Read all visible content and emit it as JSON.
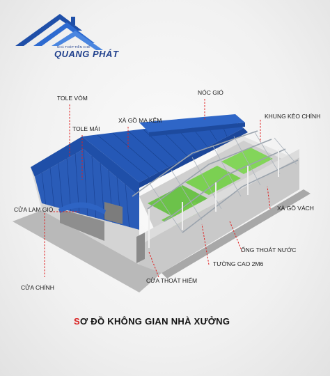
{
  "logo": {
    "tagline": "NHÀ THÉP TIỀN CHẾ",
    "brand": "QUANG PHÁT"
  },
  "labels": {
    "tole_vom": "TOLE VÒM",
    "noc_gio": "NÓC GIÓ",
    "xa_go_ma_kem": "XÀ GỒ MA KẼM",
    "khung_keo_chinh": "KHUNG KÈO CHÍNH",
    "tole_mai": "TOLE MÁI",
    "cua_lam_gio": "CỬA LAM GIÓ",
    "xa_go_vach": "XÀ GỒ VÁCH",
    "ong_thoat_nuoc": "ỐNG THOÁT NƯỚC",
    "tuong_cao": "TƯỜNG CAO 2M6",
    "cua_chinh": "CỬA CHÍNH",
    "cua_thoat_hiem": "CỬA THOÁT HIỂM"
  },
  "title": {
    "first_letter": "S",
    "rest": "Ơ ĐỒ KHÔNG GIAN NHÀ XƯỞNG"
  },
  "colors": {
    "brand_blue": "#1f4fa8",
    "leader_red": "#e02020",
    "title_accent": "#d81e1e"
  }
}
